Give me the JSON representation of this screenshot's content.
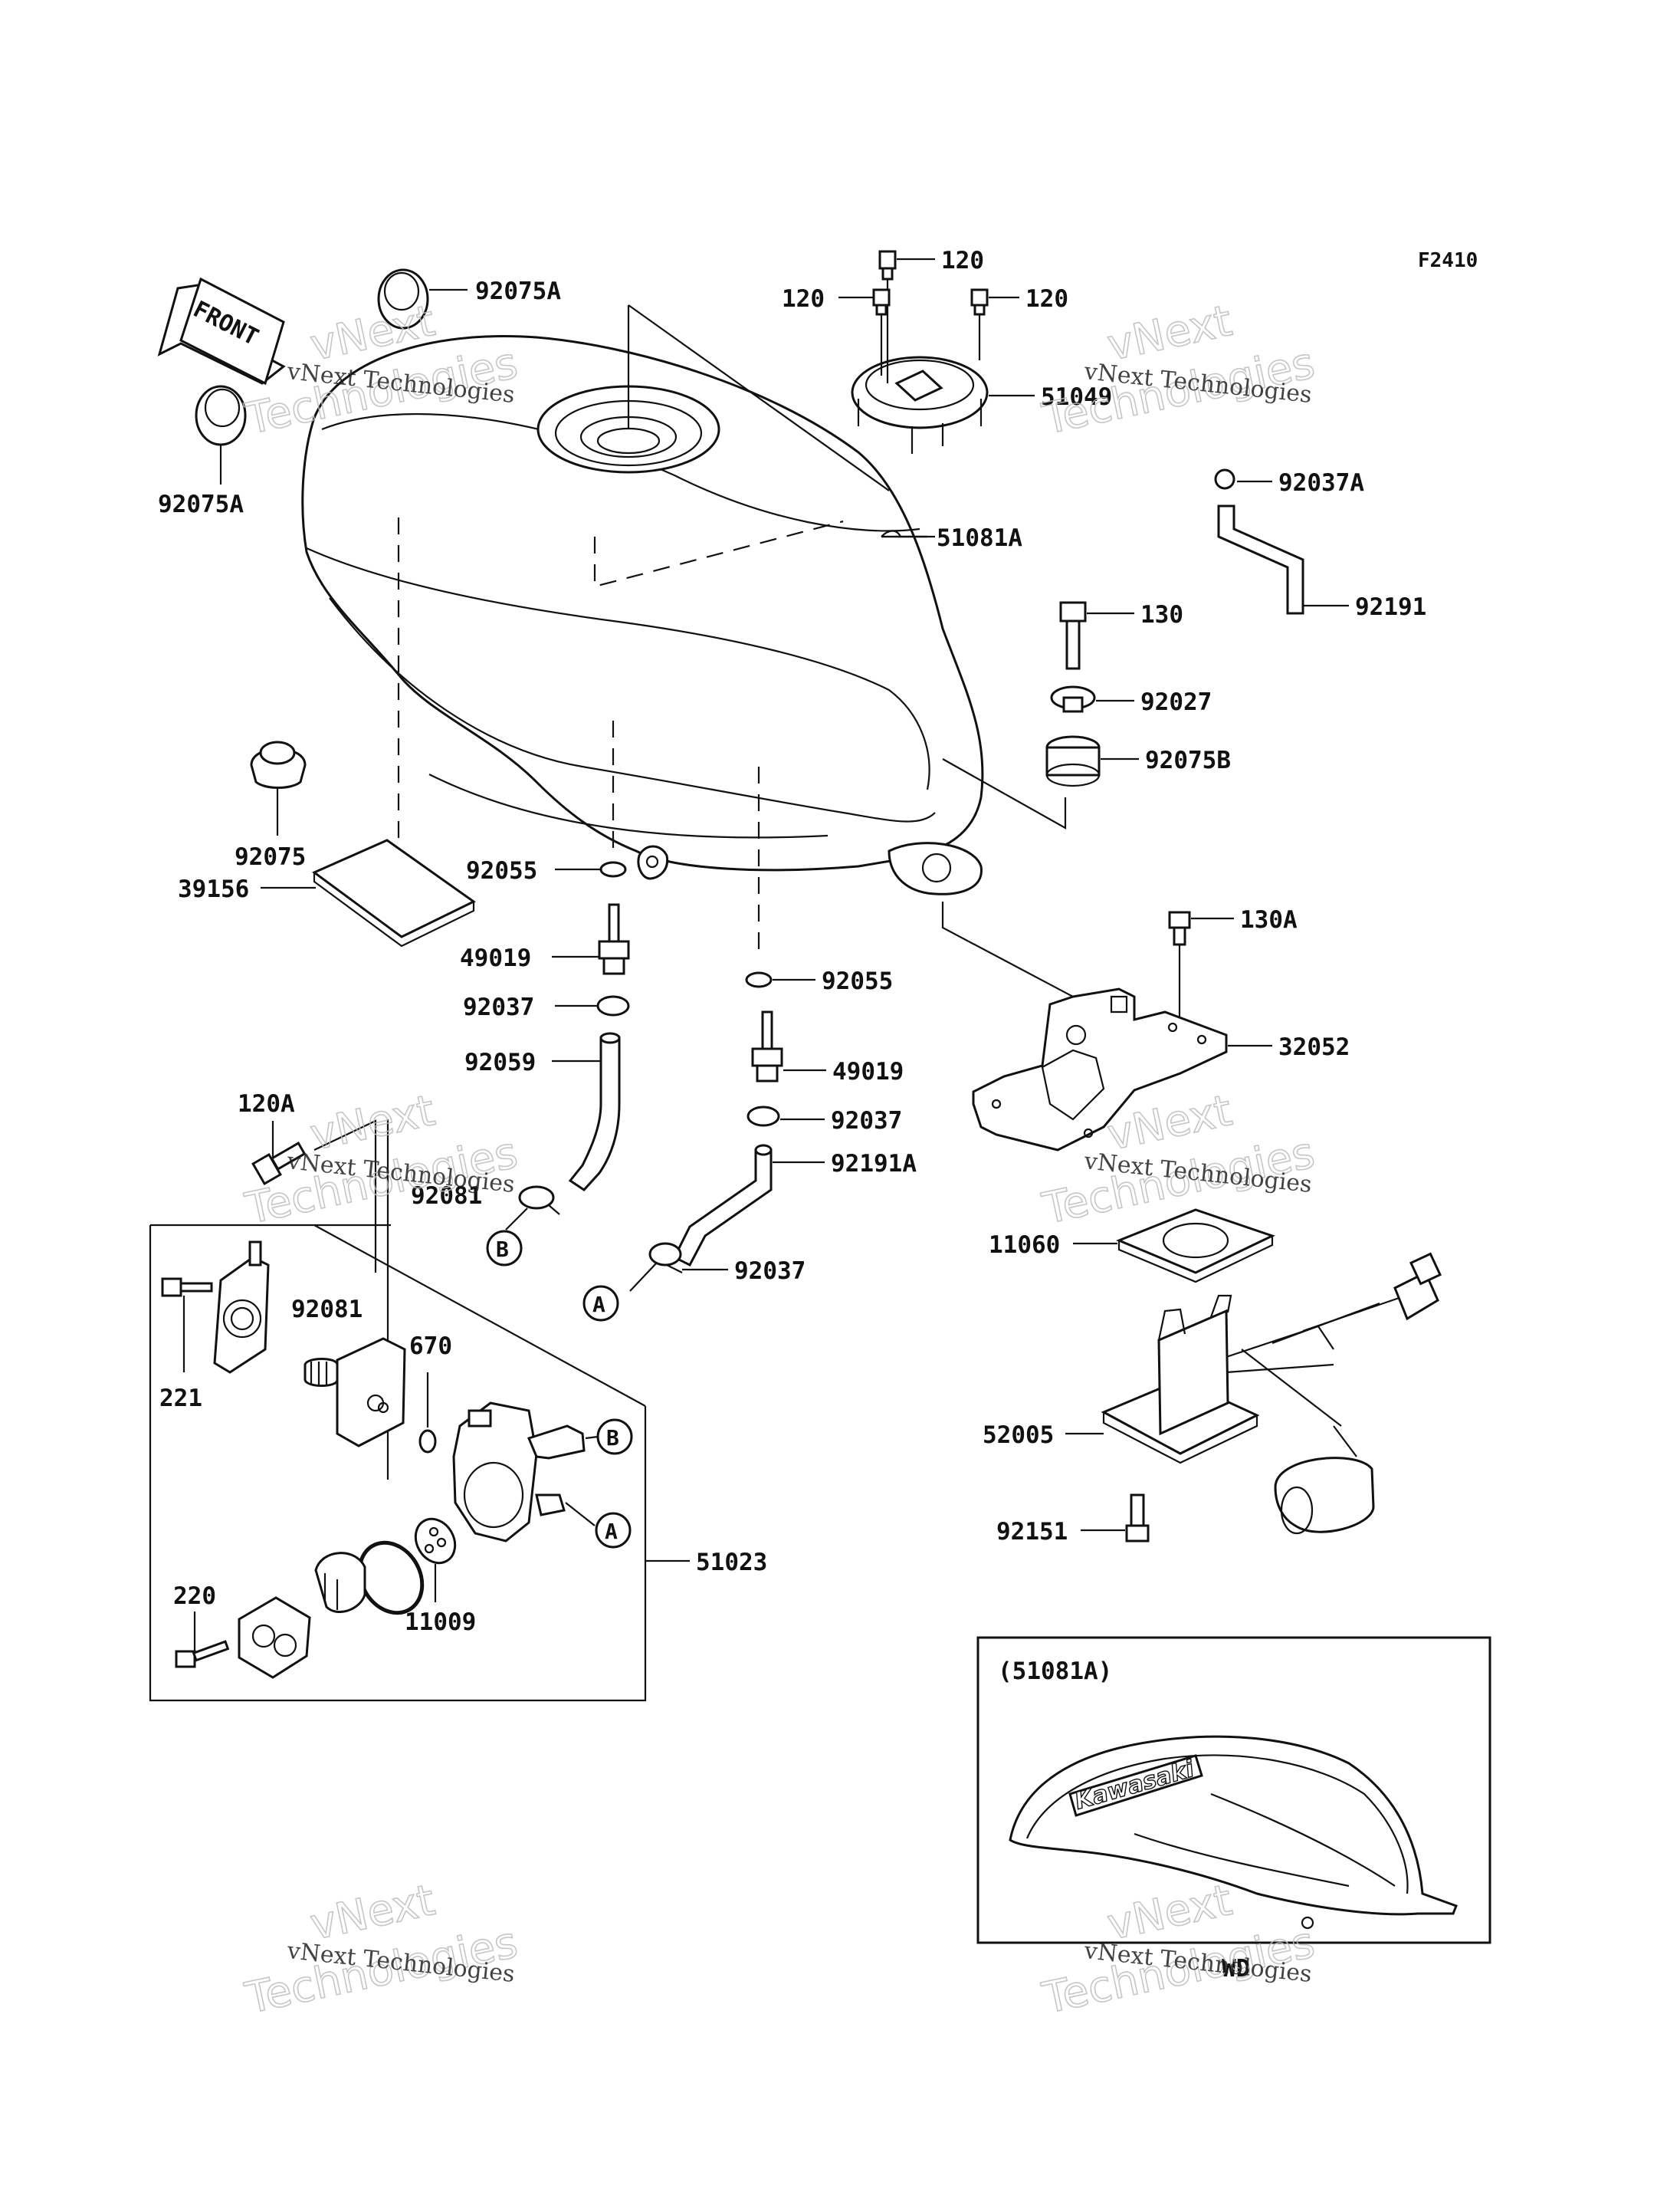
{
  "figure_code": "F2410",
  "front_arrow": "FRONT",
  "inset_title": "(51081A)",
  "inset_caption": "WD",
  "inset_logo": "Kawasaki",
  "watermark": {
    "line1": "vNext",
    "line2": "Technologies",
    "caption": "vNext Technologies"
  },
  "callout_a": "A",
  "callout_b": "B",
  "labels": {
    "p120_top": "120",
    "p120_left": "120",
    "p120_right": "120",
    "p92075A_top": "92075A",
    "p92075A_left": "92075A",
    "p51049": "51049",
    "p92037A": "92037A",
    "p51081A": "51081A",
    "p92191": "92191",
    "p130": "130",
    "p92027": "92027",
    "p92075B": "92075B",
    "p92075": "92075",
    "p39156": "39156",
    "p92055_left": "92055",
    "p92055_right": "92055",
    "p49019_left": "49019",
    "p49019_right": "49019",
    "p92037_left": "92037",
    "p92037_mid": "92037",
    "p92037_bottom": "92037",
    "p92059": "92059",
    "p120A": "120A",
    "p92081_hose": "92081",
    "p92191A": "92191A",
    "p130A": "130A",
    "p32052": "32052",
    "p11060": "11060",
    "p52005": "52005",
    "p92151": "92151",
    "p221": "221",
    "p92081": "92081",
    "p670": "670",
    "p51023": "51023",
    "p220": "220",
    "p11009": "11009"
  }
}
